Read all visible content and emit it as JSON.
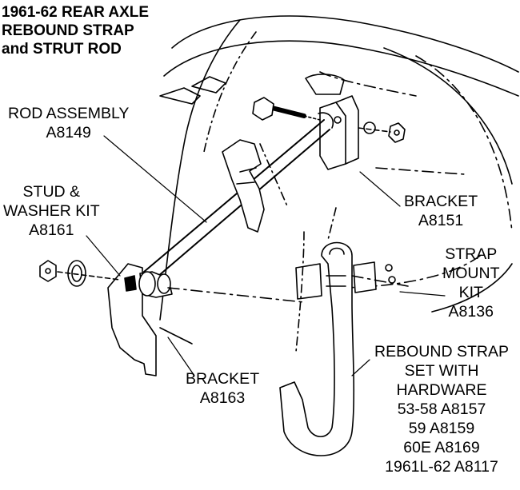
{
  "title": {
    "line1": "1961-62 REAR AXLE",
    "line2": "REBOUND STRAP",
    "line3": "and STRUT ROD"
  },
  "callouts": {
    "rod_assembly": {
      "name": "ROD ASSEMBLY",
      "part": "A8149"
    },
    "stud_washer_kit": {
      "name_line1": "STUD &",
      "name_line2": "WASHER KIT",
      "part": "A8161"
    },
    "bracket_a8151": {
      "name": "BRACKET",
      "part": "A8151"
    },
    "strap_mount_kit": {
      "name_line1": "STRAP",
      "name_line2": "MOUNT",
      "name_line3": "KIT",
      "part": "A8136"
    },
    "bracket_a8163": {
      "name": "BRACKET",
      "part": "A8163"
    },
    "rebound_strap_set": {
      "name_line1": "REBOUND STRAP",
      "name_line2": "SET WITH",
      "name_line3": "HARDWARE",
      "parts": [
        "53-58 A8157",
        "59 A8159",
        "60E A8169",
        "1961L-62 A8117"
      ]
    }
  }
}
